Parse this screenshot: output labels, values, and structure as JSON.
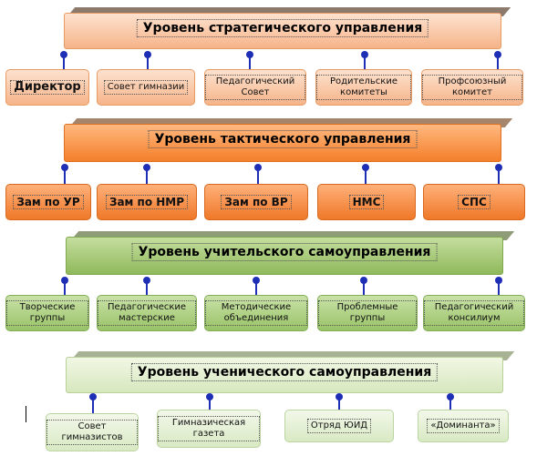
{
  "levels": [
    {
      "title": "Уровень стратегического управления",
      "items": [
        "Директор",
        "Совет гимназии",
        "Педагогический Совет",
        "Родительские комитеты",
        "Профсоюзный комитет"
      ]
    },
    {
      "title": "Уровень тактического управления",
      "items": [
        "Зам по УР",
        "Зам по НМР",
        "Зам по ВР",
        "НМС",
        "СПС"
      ]
    },
    {
      "title": "Уровень учительского самоуправления",
      "items": [
        "Творческие группы",
        "Педагогические мастерские",
        "Методические объединения",
        "Проблемные группы",
        "Педагогический консилиум"
      ]
    },
    {
      "title": "Уровень ученического самоуправления",
      "items": [
        "Совет гимназистов",
        "Гимназическая газета",
        "Отряд ЮИД",
        "«Доминанта»"
      ]
    }
  ],
  "colors": {
    "connector": "#1f2fb5",
    "level1": "#f6b489",
    "level2": "#f47f2a",
    "level3": "#8fb95b",
    "level4": "#d7e8bf"
  }
}
